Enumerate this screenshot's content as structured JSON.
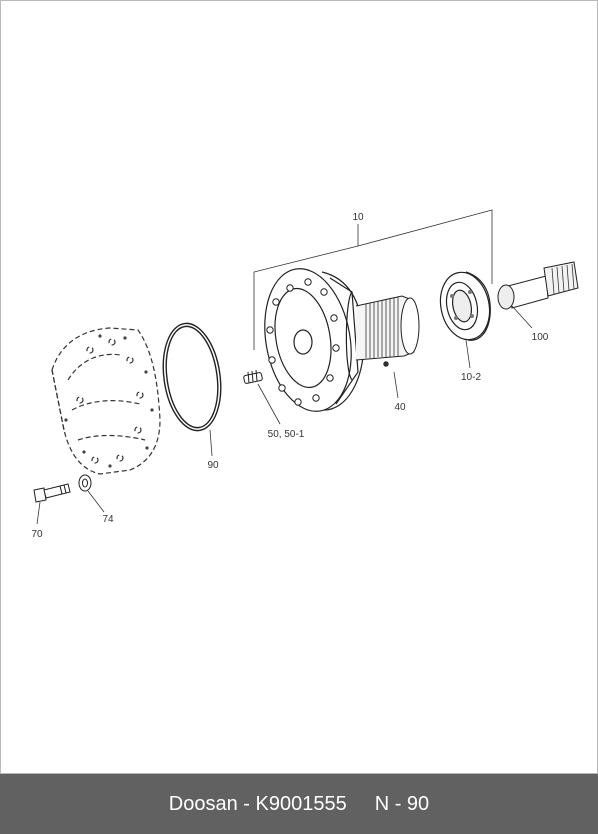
{
  "diagram": {
    "callouts": {
      "c10": "10",
      "c100": "100",
      "c10_2": "10-2",
      "c40": "40",
      "c50": "50, 50-1",
      "c90": "90",
      "c74": "74",
      "c70": "70"
    }
  },
  "footer": {
    "part_label": "Doosan - K9001555",
    "page_code": "N - 90"
  }
}
